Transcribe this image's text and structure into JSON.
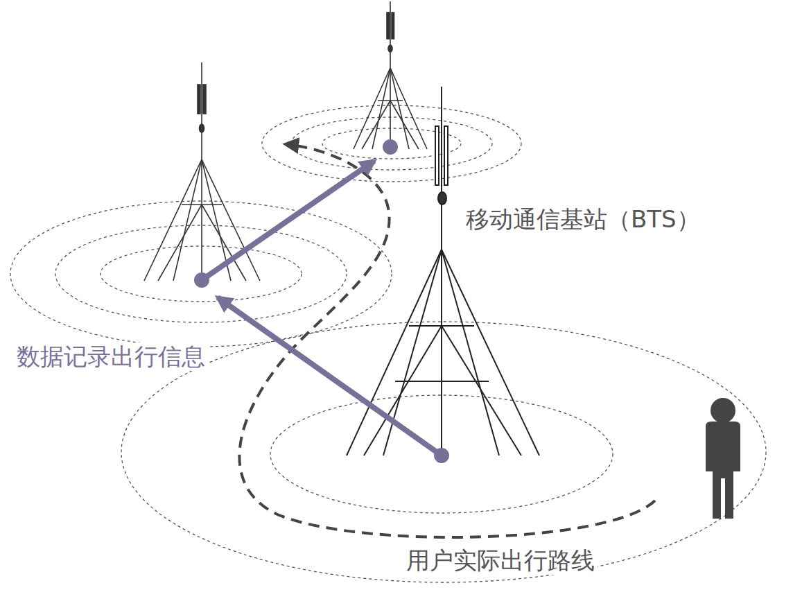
{
  "diagram": {
    "labels": [
      "移动通信基站（BTS）",
      "数据记录出行信息",
      "用户实际出行路线"
    ]
  }
}
